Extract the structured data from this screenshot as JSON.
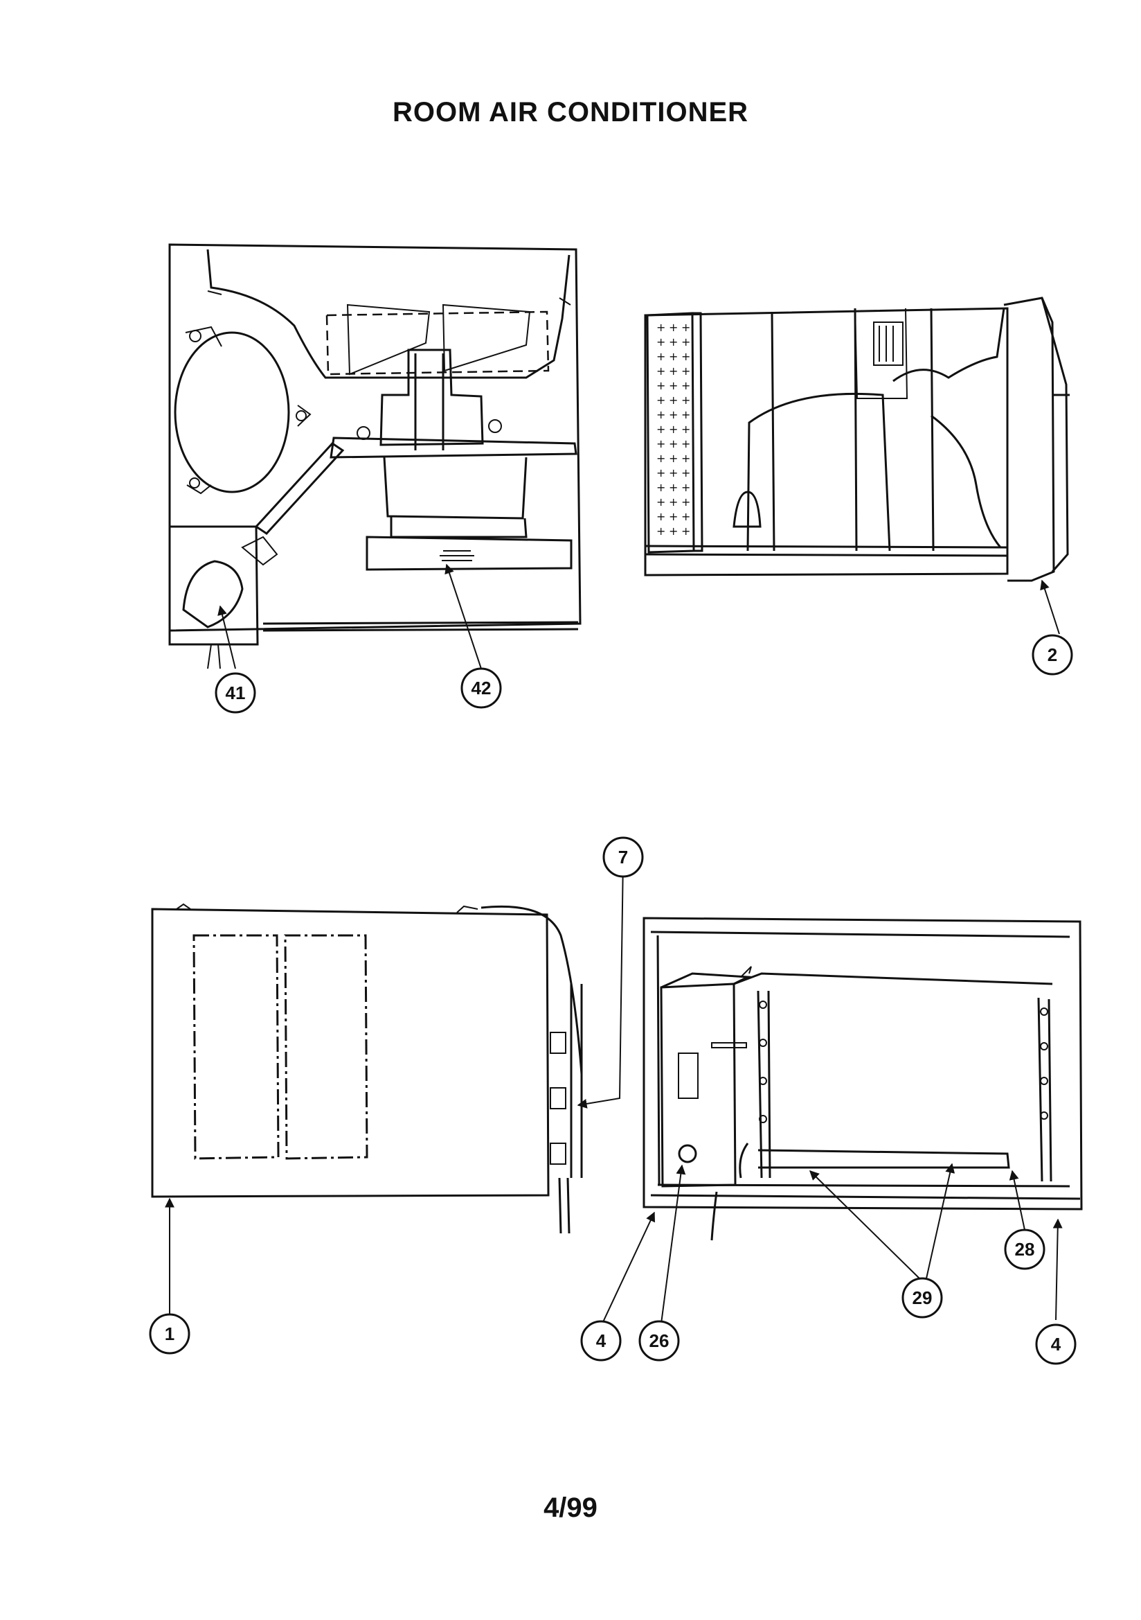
{
  "title": "ROOM AIR CONDITIONER",
  "footer": "4/99",
  "callouts": {
    "c41": "41",
    "c42": "42",
    "c2": "2",
    "c7": "7",
    "c1": "1",
    "c4a": "4",
    "c26": "26",
    "c28": "28",
    "c29": "29",
    "c4b": "4"
  }
}
